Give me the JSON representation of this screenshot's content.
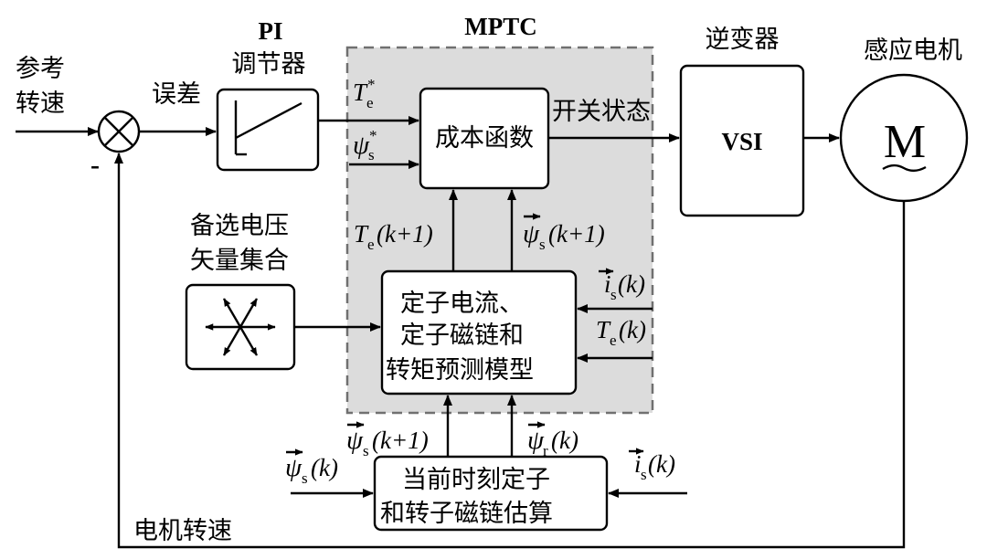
{
  "labels": {
    "ref_speed_1": "参考",
    "ref_speed_2": "转速",
    "error": "误差",
    "minus": "-",
    "pi_1": "PI",
    "pi_2": "调节器",
    "mptc": "MPTC",
    "inverter": "逆变器",
    "motor": "感应电机",
    "motor_symbol": "M",
    "vsi": "VSI",
    "switch_state": "开关状态",
    "cost_function": "成本函数",
    "candidate_1": "备选电压",
    "candidate_2": "矢量集合",
    "pred_1": "定子电流、",
    "pred_2": "定子磁链和",
    "pred_3": "转矩预测模型",
    "est_1": "当前时刻定子",
    "est_2": "和转子磁链估算",
    "motor_speed": "电机转速"
  },
  "math": {
    "te_sym": "T",
    "te_sub": "e",
    "star": "*",
    "psi_sym": "ψ",
    "psi_sub": "s",
    "psi_r_sub": "r",
    "i_sym": "i",
    "k1": "(k+1)",
    "k": "(k)"
  },
  "colors": {
    "mptc_region": "#dcdcdc",
    "mptc_border": "#707070"
  }
}
